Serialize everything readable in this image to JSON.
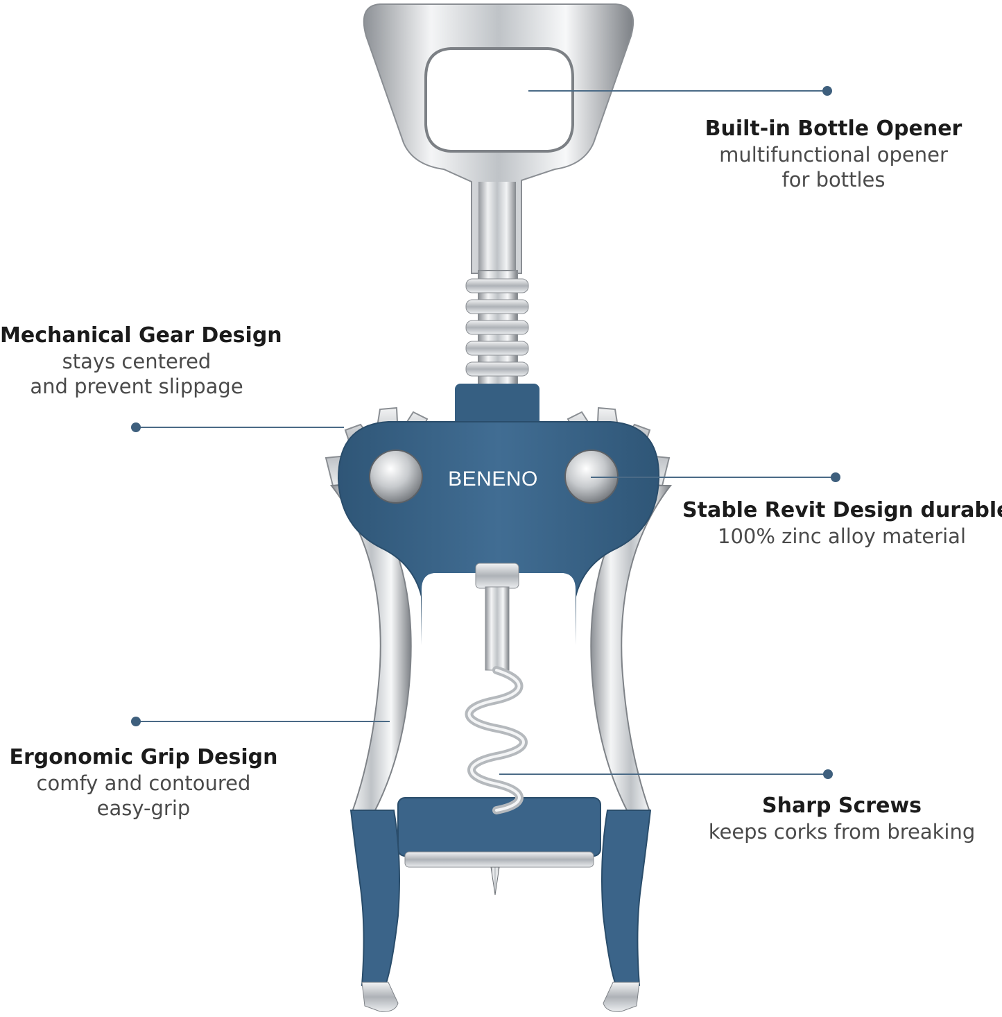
{
  "brand": "BENENO",
  "colors": {
    "accent": "#3d6688",
    "leader": "#4a6a86",
    "metal": "#c9ccd0"
  },
  "callouts": [
    {
      "id": "bottle-opener",
      "title": "Built-in Bottle Opener",
      "desc_lines": [
        "multifunctional opener",
        "for bottles"
      ]
    },
    {
      "id": "gear",
      "title": "Mechanical Gear Design",
      "desc_lines": [
        "stays centered",
        "and prevent slippage"
      ]
    },
    {
      "id": "rivet",
      "title": "Stable Revit Design durable",
      "desc_lines": [
        "100% zinc alloy material"
      ]
    },
    {
      "id": "grip",
      "title": "Ergonomic Grip Design",
      "desc_lines": [
        "comfy and contoured",
        "easy-grip"
      ]
    },
    {
      "id": "screws",
      "title": "Sharp Screws",
      "desc_lines": [
        "keeps corks from breaking"
      ]
    }
  ]
}
